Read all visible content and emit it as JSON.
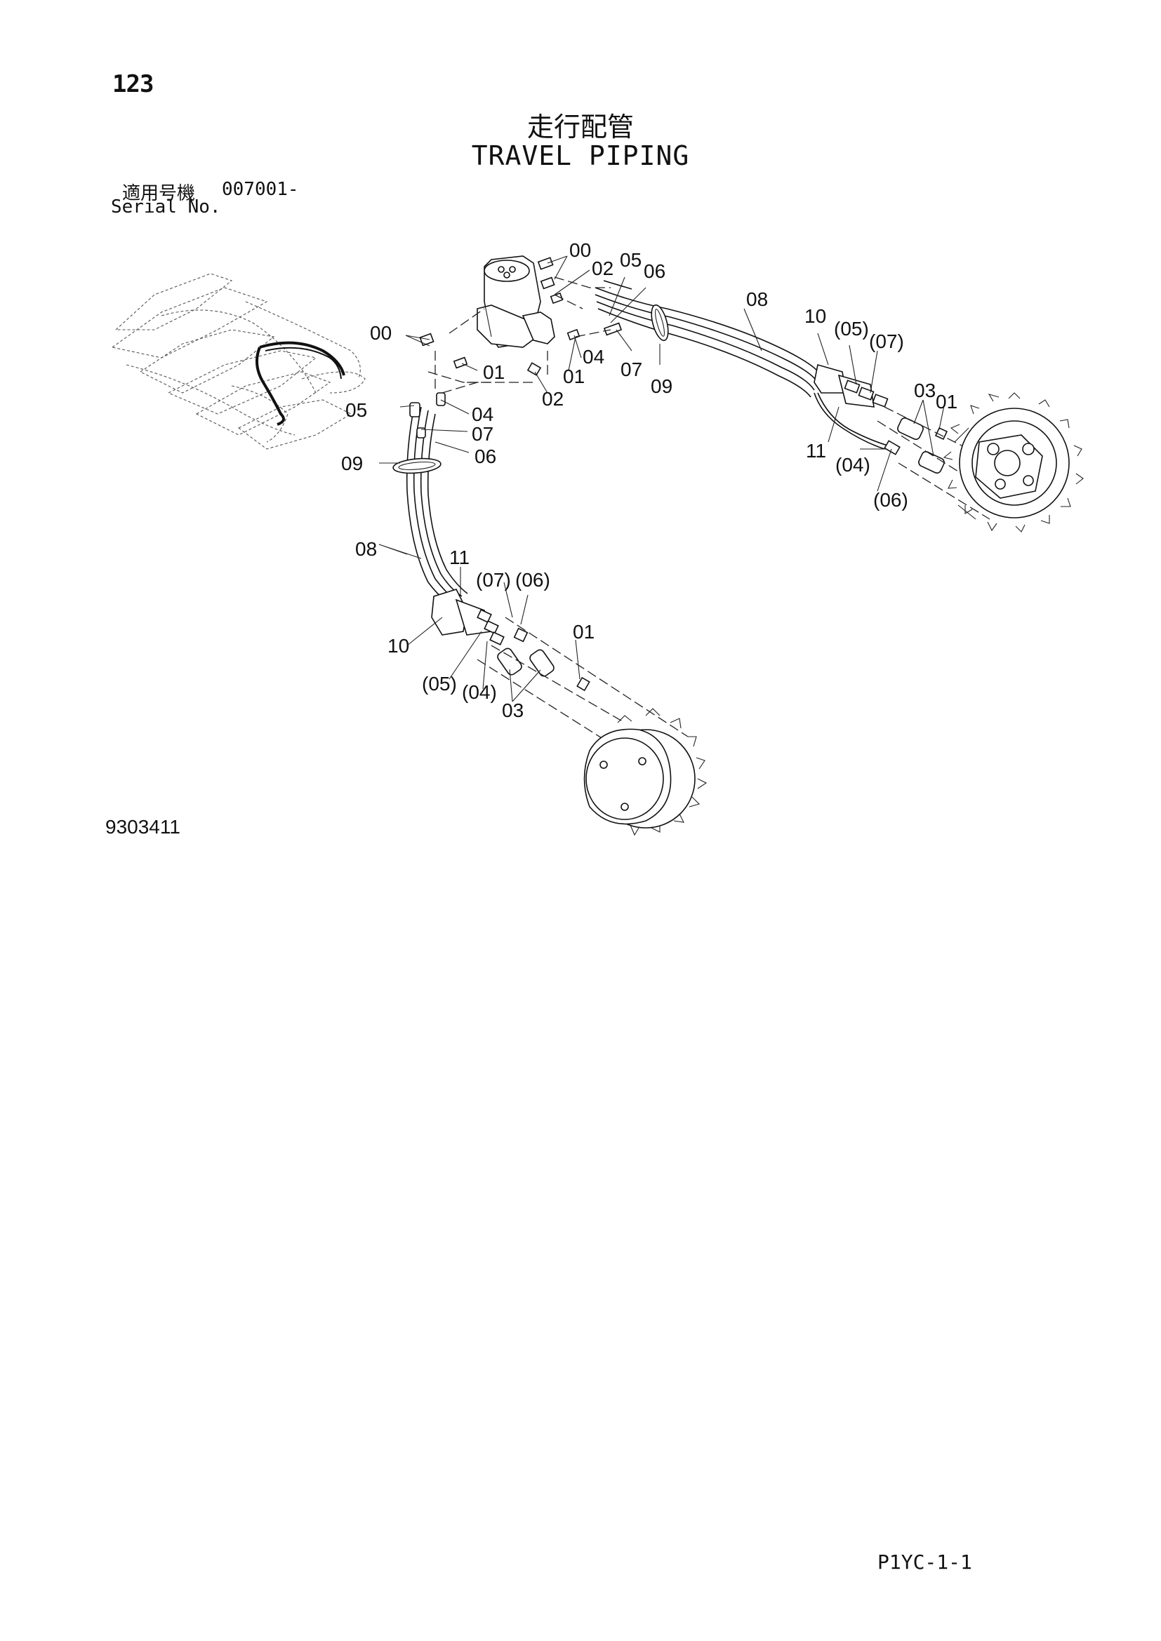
{
  "page": {
    "number": "123",
    "drawing_number": "9303411",
    "code": "P1YC-1-1"
  },
  "title": {
    "japanese": "走行配管",
    "english": "TRAVEL PIPING"
  },
  "serial": {
    "label_japanese": "適用号機",
    "value": "007001-",
    "label_english": "Serial No."
  },
  "callouts": [
    "00",
    "02",
    "05",
    "06",
    "08",
    "10",
    "(05)",
    "(07)",
    "00",
    "01",
    "04",
    "07",
    "09",
    "02",
    "01",
    "03",
    "01",
    "05",
    "04",
    "07",
    "06",
    "11",
    "(04)",
    "09",
    "(06)",
    "08",
    "11",
    "(07)",
    "(06)",
    "01",
    "10",
    "(05)",
    "(04)",
    "03"
  ]
}
